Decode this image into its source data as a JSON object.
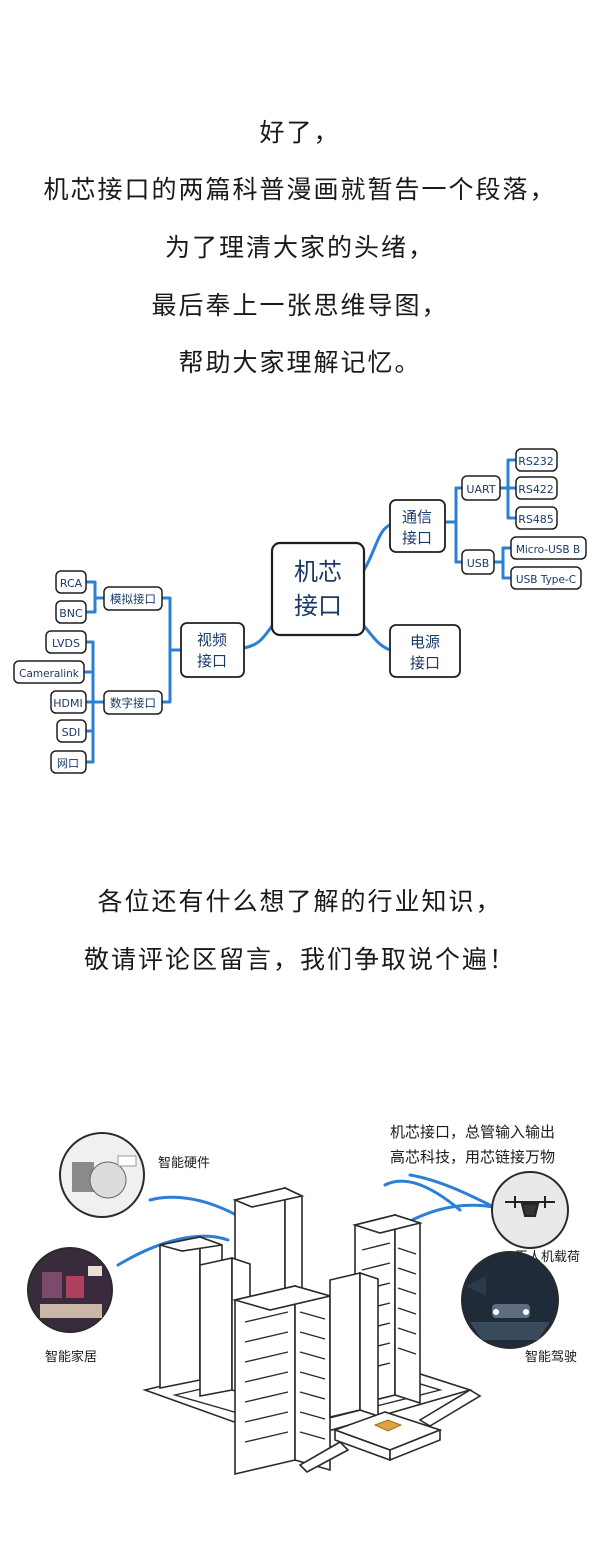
{
  "intro": [
    "好了，",
    "机芯接口的两篇科普漫画就暂告一个段落，",
    "为了理清大家的头绪，",
    "最后奉上一张思维导图，",
    "帮助大家理解记忆。"
  ],
  "mindmap": {
    "root": "机芯\n接口",
    "comm": "通信\n接口",
    "power": "电源\n接口",
    "video": "视频\n接口",
    "uart": "UART",
    "usb": "USB",
    "rs232": "RS232",
    "rs422": "RS422",
    "rs485": "RS485",
    "micro_usb": "Micro-USB B",
    "usb_type_c": "USB Type-C",
    "analog": "模拟接口",
    "digital": "数字接口",
    "rca": "RCA",
    "bnc": "BNC",
    "lvds": "LVDS",
    "cameralink": "Cameralink",
    "hdmi": "HDMI",
    "sdi": "SDI",
    "network": "网口"
  },
  "outro": [
    "各位还有什么想了解的行业知识，",
    "敬请评论区留言，我们争取说个遍！"
  ],
  "scene": {
    "slogan_1": "机芯接口，总管输入输出",
    "slogan_2": "高芯科技，用芯链接万物",
    "label_hardware": "智能硬件",
    "label_home": "智能家居",
    "label_drone": "无人机载荷",
    "label_driving": "智能驾驶"
  },
  "colors": {
    "connector": "#2d7fd6",
    "text": "#1b3a66",
    "chip": "#d9a441"
  }
}
